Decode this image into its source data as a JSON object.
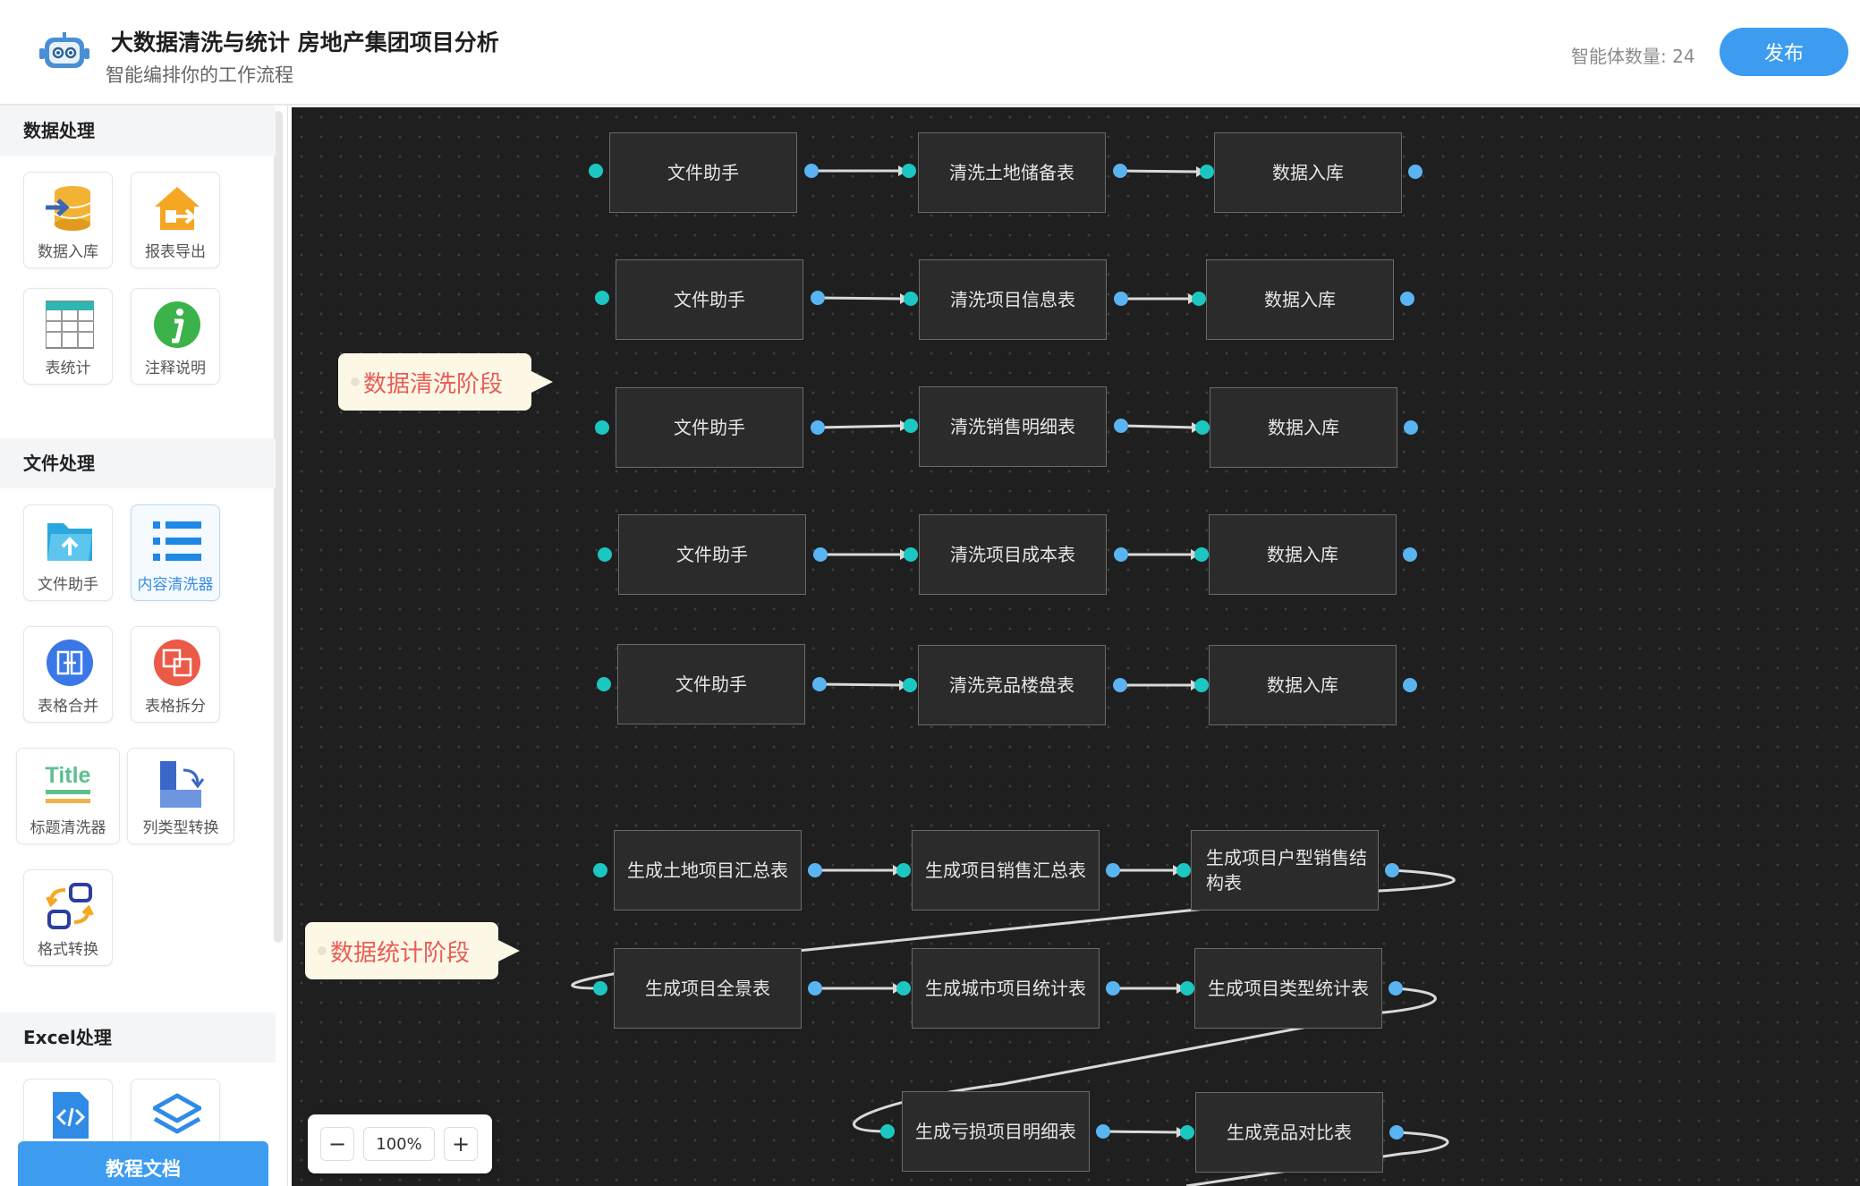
{
  "header": {
    "title": "大数据清洗与统计 房地产集团项目分析",
    "subtitle": "智能编排你的工作流程",
    "agent_count": "智能体数量: 24",
    "publish_label": "发布"
  },
  "sidebar": {
    "sections": [
      {
        "title": "数据处理",
        "tools": [
          "数据入库",
          "报表导出",
          "表统计",
          "注释说明"
        ]
      },
      {
        "title": "文件处理",
        "tools": [
          "文件助手",
          "内容清洗器",
          "表格合并",
          "表格拆分",
          "标题清洗器",
          "列类型转换",
          "格式转换"
        ]
      },
      {
        "title": "Excel处理",
        "tools": [
          "",
          ""
        ]
      }
    ],
    "title_icon_text": "Title",
    "tutorial_label": "教程文档"
  },
  "canvas": {
    "stages": [
      "数据清洗阶段",
      "数据统计阶段"
    ],
    "clean_rows": [
      [
        "文件助手",
        "清洗土地储备表",
        "数据入库"
      ],
      [
        "文件助手",
        "清洗项目信息表",
        "数据入库"
      ],
      [
        "文件助手",
        "清洗销售明细表",
        "数据入库"
      ],
      [
        "文件助手",
        "清洗项目成本表",
        "数据入库"
      ],
      [
        "文件助手",
        "清洗竞品楼盘表",
        "数据入库"
      ]
    ],
    "stat_rows": [
      [
        "生成土地项目汇总表",
        "生成项目销售汇总表",
        "生成项目户型销售结构表"
      ],
      [
        "生成项目全景表",
        "生成城市项目统计表",
        "生成项目类型统计表"
      ],
      [
        "生成亏损项目明细表",
        "生成竞品对比表"
      ]
    ]
  },
  "zoom": {
    "minus": "−",
    "value": "100%",
    "plus": "+"
  },
  "colors": {
    "accent": "#3d9cf0",
    "canvas_bg": "#1f1f1f",
    "port_in": "#1cc7c1",
    "port_out": "#59b4f2",
    "stage_text": "#e85d56"
  }
}
